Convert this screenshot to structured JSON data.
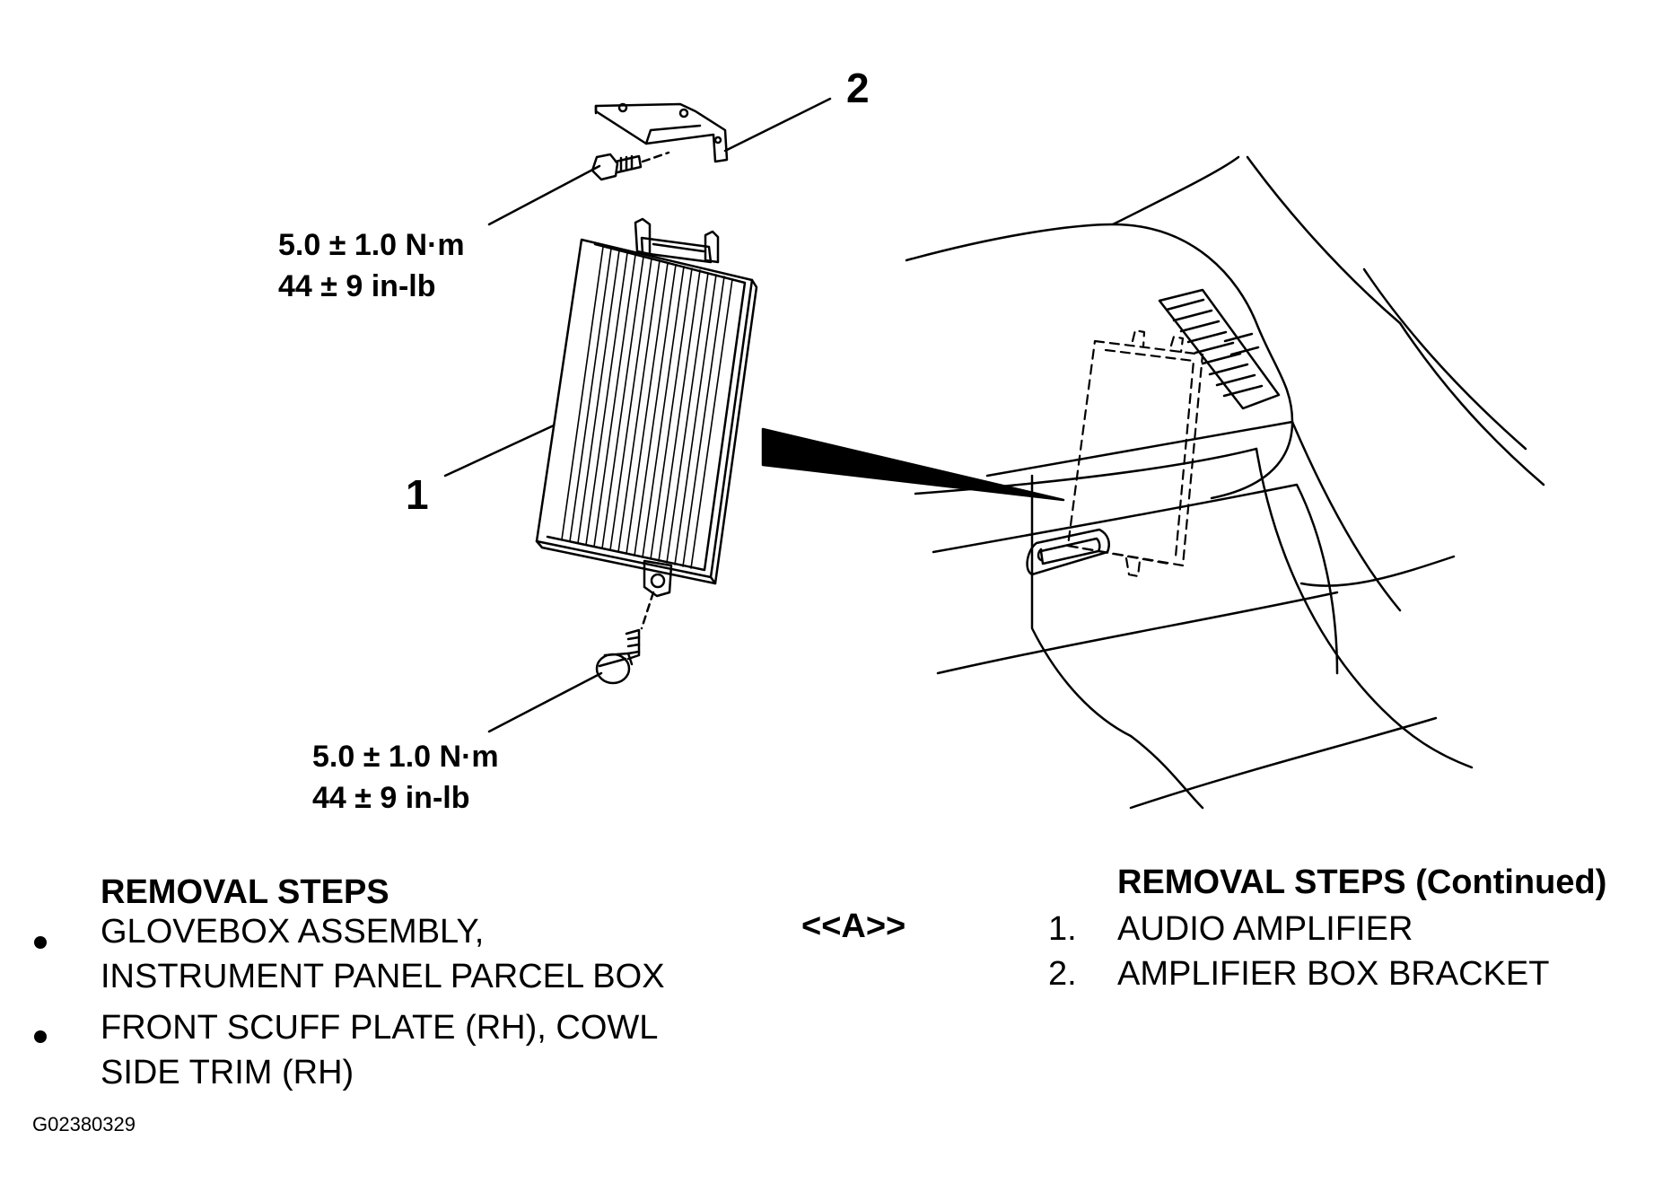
{
  "callouts": {
    "part1": "1",
    "part2": "2"
  },
  "torque_top": {
    "line1": "5.0 ± 1.0 N·m",
    "line2": "44 ± 9 in-lb"
  },
  "torque_bottom": {
    "line1": "5.0 ± 1.0 N·m",
    "line2": "44 ± 9 in-lb"
  },
  "removal_steps": {
    "heading": "REMOVAL STEPS",
    "items": [
      {
        "line1": "GLOVEBOX ASSEMBLY,",
        "line2": "INSTRUMENT PANEL PARCEL BOX"
      },
      {
        "line1": "FRONT SCUFF PLATE (RH), COWL",
        "line2": "SIDE TRIM (RH)"
      }
    ]
  },
  "note_marker": "<<A>>",
  "removal_steps_continued": {
    "heading": "REMOVAL STEPS (Continued)",
    "items": [
      {
        "number": "1.",
        "label": "AUDIO AMPLIFIER"
      },
      {
        "number": "2.",
        "label": "AMPLIFIER BOX BRACKET"
      }
    ]
  },
  "figure_code": "G02380329"
}
